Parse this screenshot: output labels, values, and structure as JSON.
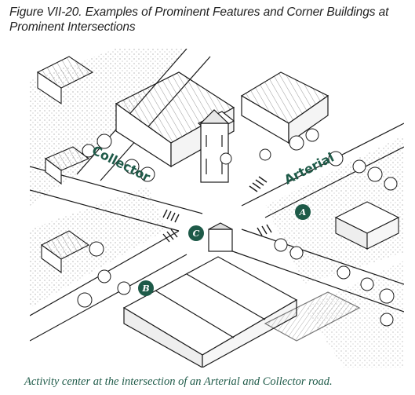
{
  "figure": {
    "title": "Figure VII-20. Examples of Prominent Features and Corner Buildings at Prominent Intersections",
    "caption": "Activity center at the intersection of an Arterial and Collector road."
  },
  "roads": {
    "collector_label": "Collector",
    "arterial_label": "Arterial"
  },
  "markers": [
    {
      "letter": "C"
    },
    {
      "letter": "B"
    },
    {
      "letter": "A"
    }
  ],
  "colors": {
    "accent_green": "#1e5a48",
    "ink": "#1a1a1a",
    "title_text": "#222222"
  }
}
